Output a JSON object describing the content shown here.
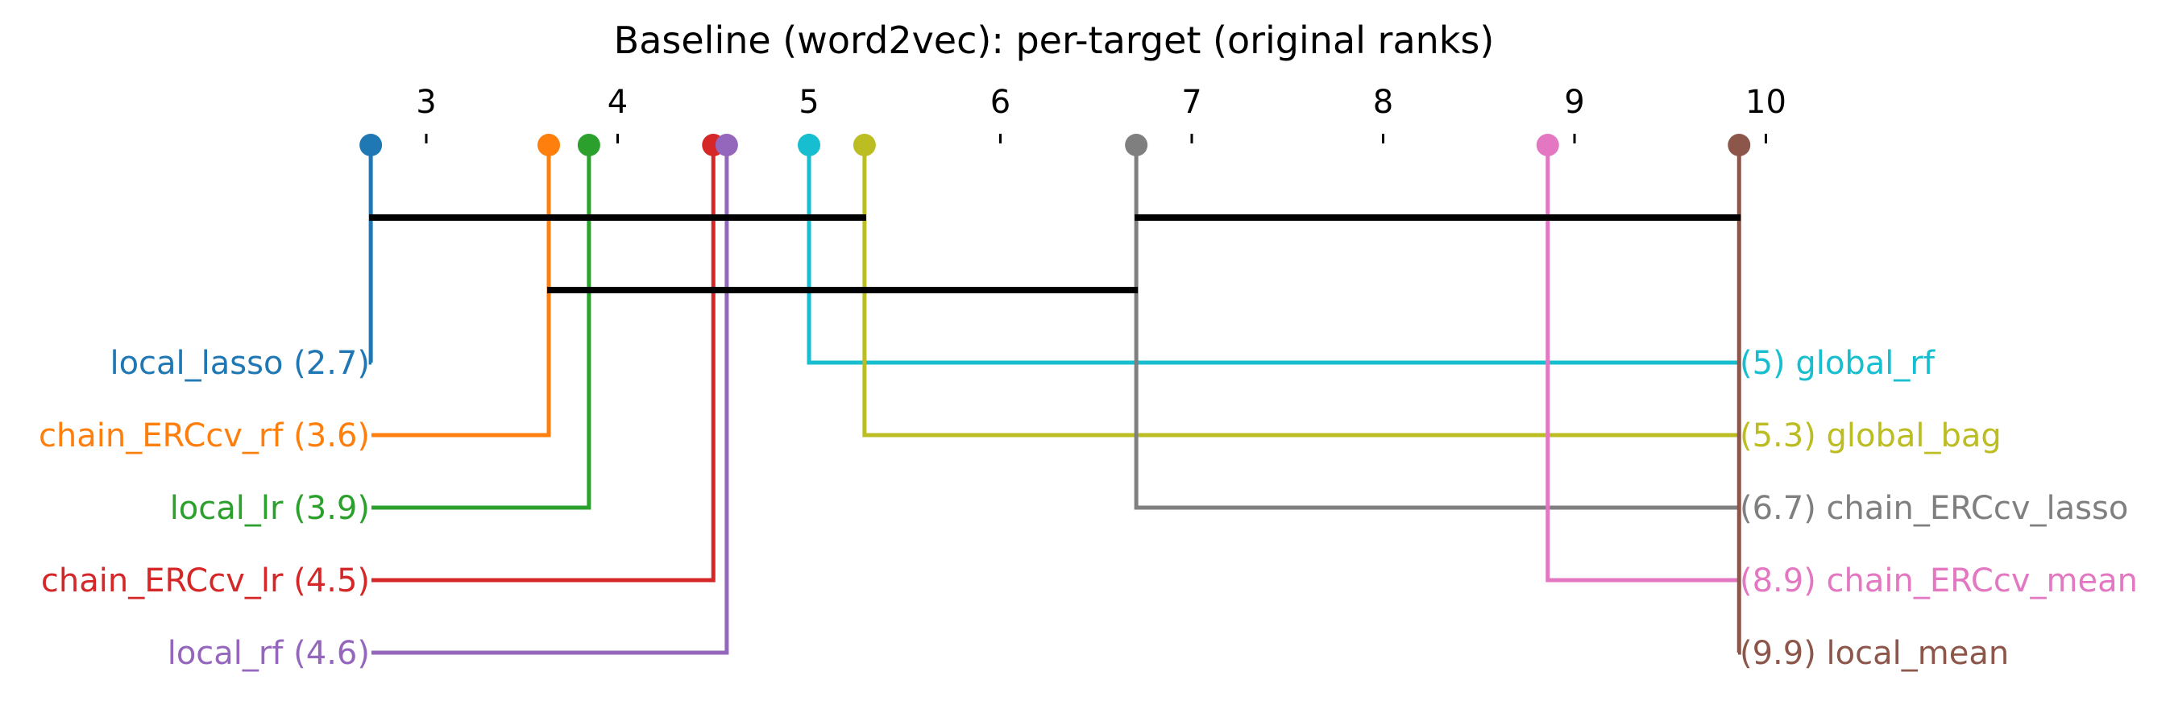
{
  "chart_data": {
    "type": "critical-difference",
    "title": "Baseline (word2vec): per-target (original ranks)",
    "axis": {
      "range": [
        2.71,
        9.9
      ],
      "ticks": [
        3,
        4,
        5,
        6,
        7,
        8,
        9,
        10
      ],
      "tick_labels": [
        "3",
        "4",
        "5",
        "6",
        "7",
        "8",
        "9",
        "10"
      ]
    },
    "methods": [
      {
        "name": "local_lasso",
        "rank": 2.71,
        "label": "local_lasso (2.7)",
        "side": "left",
        "color": "#1f77b4"
      },
      {
        "name": "chain_ERCcv_rf",
        "rank": 3.64,
        "label": "chain_ERCcv_rf (3.6)",
        "side": "left",
        "color": "#ff7f0e"
      },
      {
        "name": "local_lr",
        "rank": 3.85,
        "label": "local_lr (3.9)",
        "side": "left",
        "color": "#2ca02c"
      },
      {
        "name": "chain_ERCcv_lr",
        "rank": 4.5,
        "label": "chain_ERCcv_lr (4.5)",
        "side": "left",
        "color": "#d62728"
      },
      {
        "name": "local_rf",
        "rank": 4.57,
        "label": "local_rf (4.6)",
        "side": "left",
        "color": "#9467bd"
      },
      {
        "name": "global_rf",
        "rank": 5.0,
        "label": "(5) global_rf",
        "side": "right",
        "color": "#17becf"
      },
      {
        "name": "global_bag",
        "rank": 5.29,
        "label": "(5.3) global_bag",
        "side": "right",
        "color": "#bcbd22"
      },
      {
        "name": "chain_ERCcv_lasso",
        "rank": 6.71,
        "label": "(6.7) chain_ERCcv_lasso",
        "side": "right",
        "color": "#7f7f7f"
      },
      {
        "name": "chain_ERCcv_mean",
        "rank": 8.86,
        "label": "(8.9) chain_ERCcv_mean",
        "side": "right",
        "color": "#e377c2"
      },
      {
        "name": "local_mean",
        "rank": 9.86,
        "label": "(9.9) local_mean",
        "side": "right",
        "color": "#8c564b"
      }
    ],
    "cliques": [
      {
        "from": 2.71,
        "to": 5.29
      },
      {
        "from": 6.71,
        "to": 9.86
      },
      {
        "from": 3.64,
        "to": 6.71
      }
    ]
  }
}
